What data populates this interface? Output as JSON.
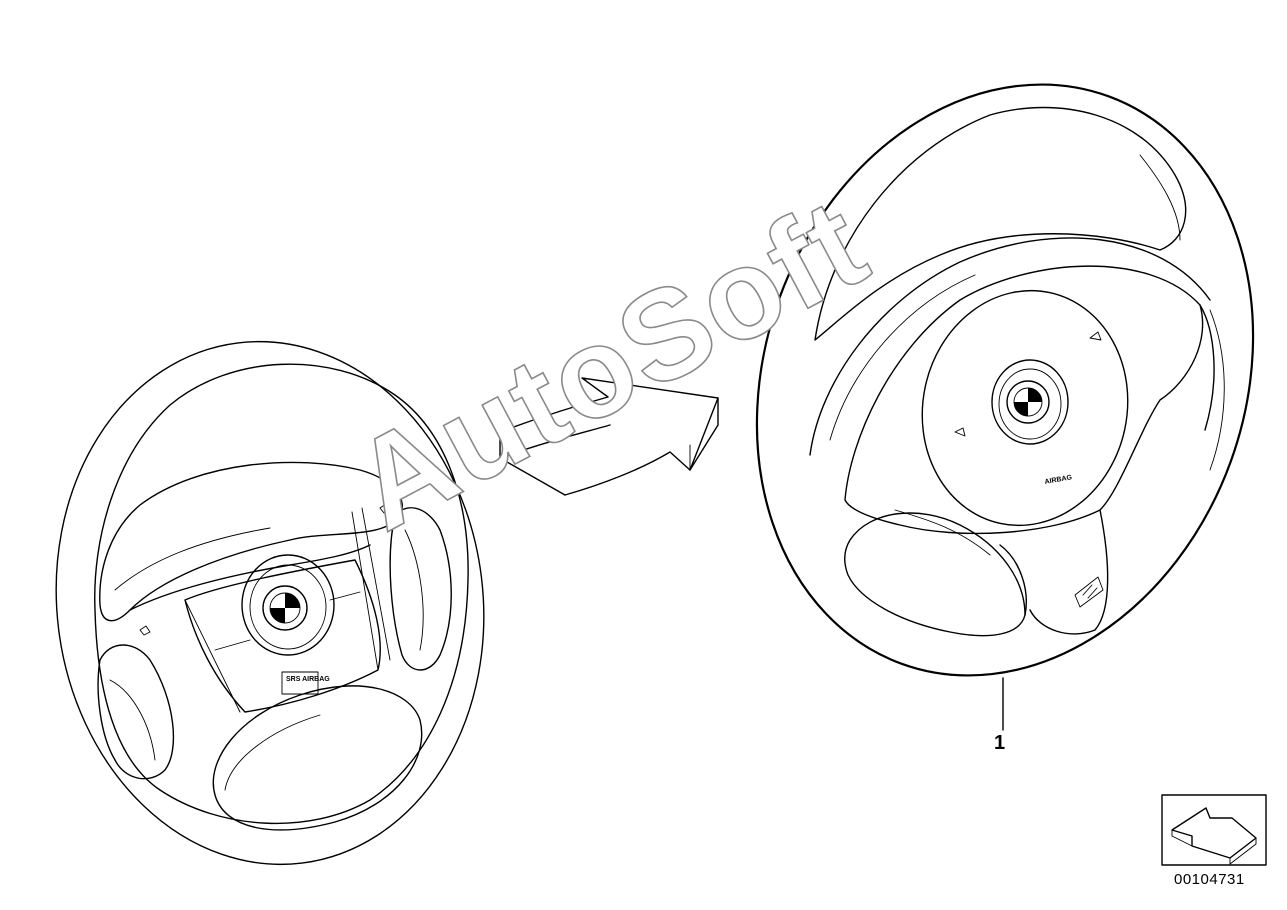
{
  "diagram": {
    "callouts": [
      {
        "number": "1",
        "part": "new-steering-wheel"
      }
    ],
    "document_number": "00104731",
    "watermark": "AutoSoft",
    "badges": {
      "left_wheel_label": "SRS AIRBAG",
      "right_wheel_label": "AIRBAG"
    },
    "icons": [
      "old-steering-wheel",
      "new-steering-wheel",
      "conversion-arrow-icon",
      "view-direction-arrow-icon",
      "bmw-logo-icon",
      "m-logo-icon"
    ]
  }
}
